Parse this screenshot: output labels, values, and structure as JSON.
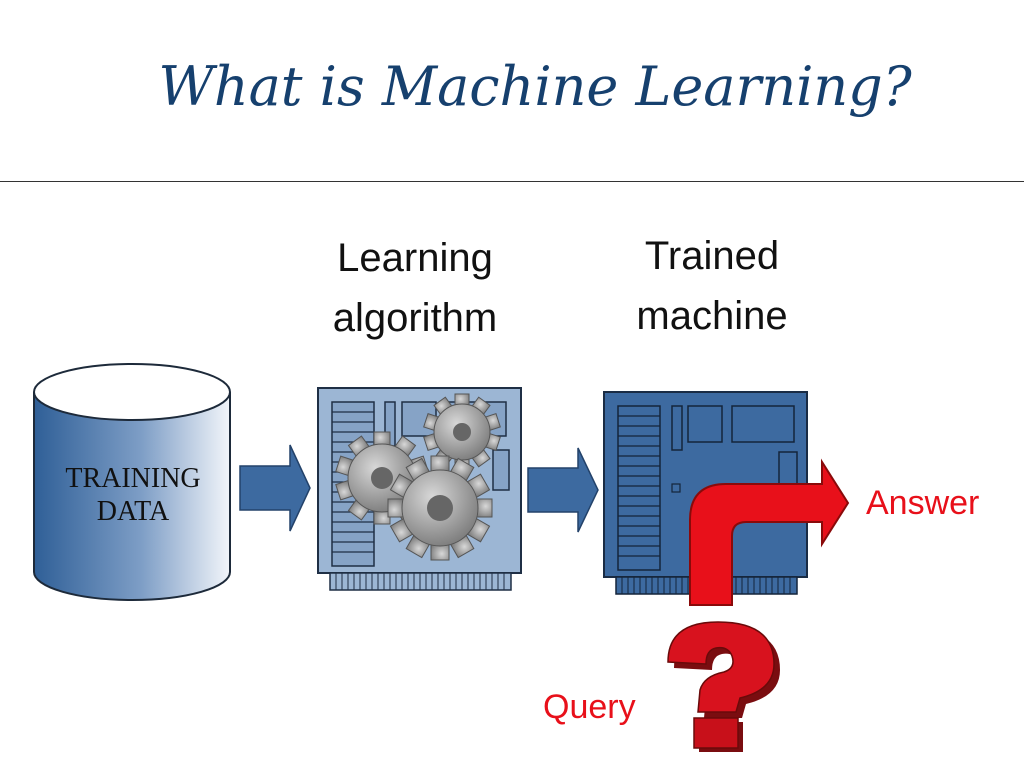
{
  "slide": {
    "title": "What is Machine Learning?"
  },
  "diagram": {
    "training_data": {
      "line1": "TRAINING",
      "line2": "DATA"
    },
    "learning_algorithm": {
      "line1": "Learning",
      "line2": "algorithm"
    },
    "trained_machine": {
      "line1": "Trained",
      "line2": "machine"
    },
    "answer_label": "Answer",
    "query_label": "Query"
  },
  "colors": {
    "title": "#16406e",
    "steel_blue": "#3d6aa0",
    "light_blue": "#9cb6d4",
    "red": "#e8101a",
    "gear_gray": "#8a8a8a"
  }
}
